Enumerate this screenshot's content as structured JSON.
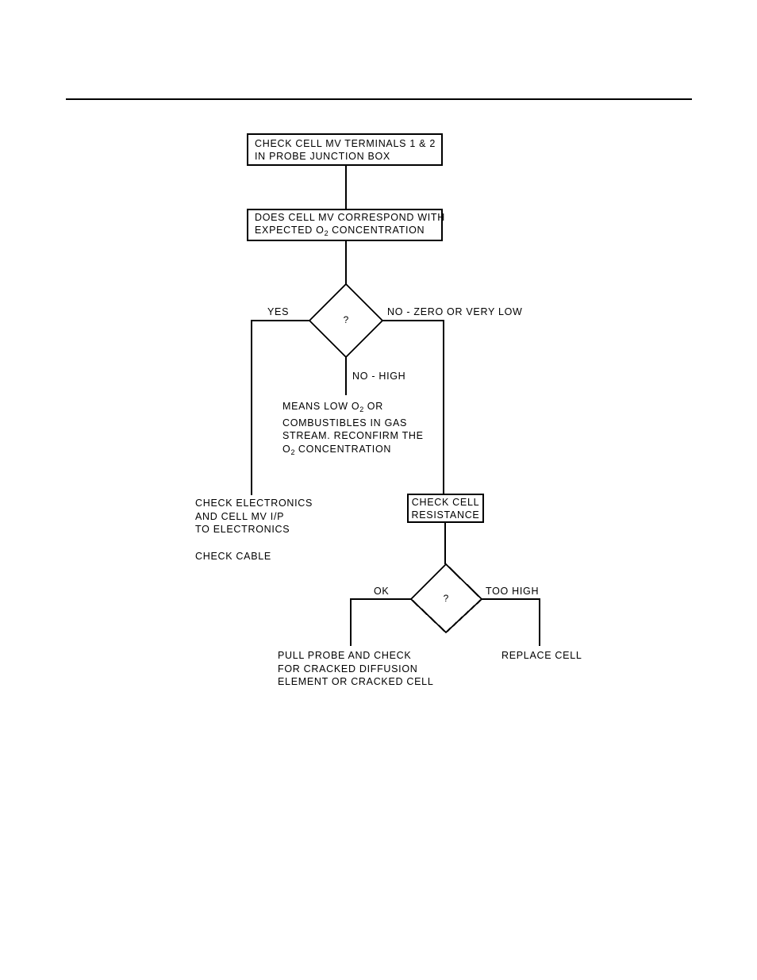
{
  "document": {
    "type": "troubleshooting-flowchart",
    "title": "Cell MV / Cell Resistance Troubleshooting Flowchart"
  },
  "flow": {
    "box_start": {
      "line1": "CHECK CELL MV TERMINALS 1 & 2",
      "line2": "IN PROBE JUNCTION BOX"
    },
    "box_question": {
      "line1": "DOES CELL MV CORRESPOND WITH",
      "line2_pre": "EXPECTED O",
      "line2_sub": "2",
      "line2_post": " CONCENTRATION"
    },
    "decision1": {
      "symbol": "?",
      "branch_left": "YES",
      "branch_right": "NO - ZERO OR VERY LOW",
      "branch_down": "NO - HIGH"
    },
    "note_no_high": {
      "line1_pre": "MEANS LOW O",
      "line1_sub": "2",
      "line1_post": " OR",
      "line2": "COMBUSTIBLES IN GAS",
      "line3": "STREAM. RECONFIRM THE",
      "line4_pre": "O",
      "line4_sub": "2",
      "line4_post": " CONCENTRATION"
    },
    "action_yes": {
      "line1": "CHECK ELECTRONICS",
      "line2": "AND CELL MV I/P",
      "line3": "TO ELECTRONICS",
      "line4": "CHECK CABLE"
    },
    "box_resistance": {
      "line1": "CHECK CELL",
      "line2": "RESISTANCE"
    },
    "decision2": {
      "symbol": "?",
      "branch_left": "OK",
      "branch_right": "TOO HIGH"
    },
    "action_ok": {
      "line1": "PULL PROBE AND CHECK",
      "line2": "FOR CRACKED DIFFUSION",
      "line3": "ELEMENT OR CRACKED CELL"
    },
    "action_too_high": {
      "line1": "REPLACE CELL"
    }
  },
  "colors": {
    "line": "#000000",
    "background": "#ffffff"
  }
}
